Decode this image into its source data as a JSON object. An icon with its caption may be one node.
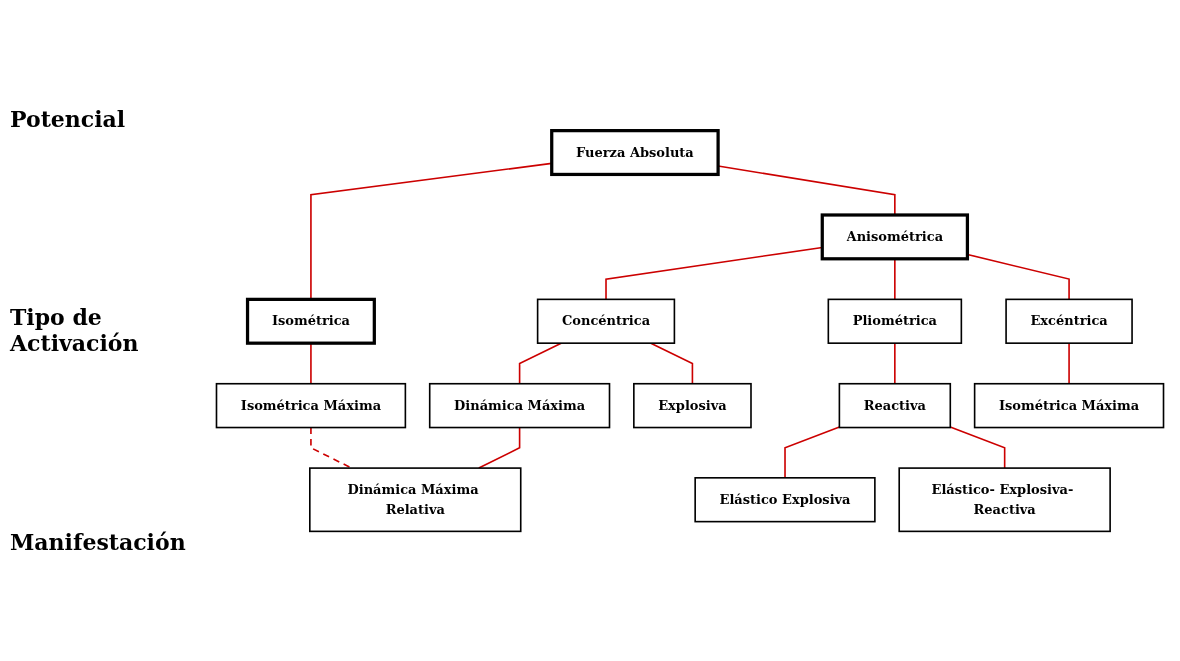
{
  "diagram": {
    "nodes": [
      {
        "text": [
          "Fuerza Absoluta"
        ]
      },
      {
        "text": [
          "Isométrica"
        ]
      },
      {
        "text": [
          "Anisométrica"
        ]
      },
      {
        "text": [
          "Concéntrica"
        ]
      },
      {
        "text": [
          "Pliométrica"
        ]
      },
      {
        "text": [
          "Excéntrica"
        ]
      },
      {
        "text": [
          "Isométrica Máxima"
        ]
      },
      {
        "text": [
          "Dinámica Máxima"
        ]
      },
      {
        "text": [
          "Explosiva"
        ]
      },
      {
        "text": [
          "Reactiva"
        ]
      },
      {
        "text": [
          "Isométrica Máxima"
        ]
      },
      {
        "text": [
          "Dinámica Máxima Relativa"
        ]
      },
      {
        "text": [
          "Elástico Explosiva"
        ]
      },
      {
        "text": [
          "Elástico- Explosiva- Reactiva"
        ]
      }
    ],
    "edges": [
      {
        "from": 0,
        "to": 1,
        "arrow": "none"
      },
      {
        "from": 0,
        "to": 2,
        "arrow": "none"
      },
      {
        "from": 2,
        "to": 3,
        "arrow": "none"
      },
      {
        "from": 2,
        "to": 4,
        "arrow": "none"
      },
      {
        "from": 2,
        "to": 5,
        "arrow": "none"
      },
      {
        "from": 1,
        "to": 6,
        "arrow": "none"
      },
      {
        "from": 3,
        "to": 7,
        "arrow": "none"
      },
      {
        "from": 3,
        "to": 8,
        "arrow": "none"
      },
      {
        "from": 4,
        "to": 9,
        "arrow": "none"
      },
      {
        "from": 5,
        "to": 10,
        "arrow": "none"
      },
      {
        "from": 7,
        "to": 11,
        "arrow": "none"
      },
      {
        "from": 9,
        "to": 12,
        "arrow": "none"
      },
      {
        "from": 9,
        "to": 13,
        "arrow": "none"
      },
      {
        "from": 6,
        "to": 11,
        "arrow": "none",
        "style": "dashed"
      }
    ],
    "labels": [
      "Potencial",
      "Tipo de Activación",
      "Manifestación"
    ]
  }
}
